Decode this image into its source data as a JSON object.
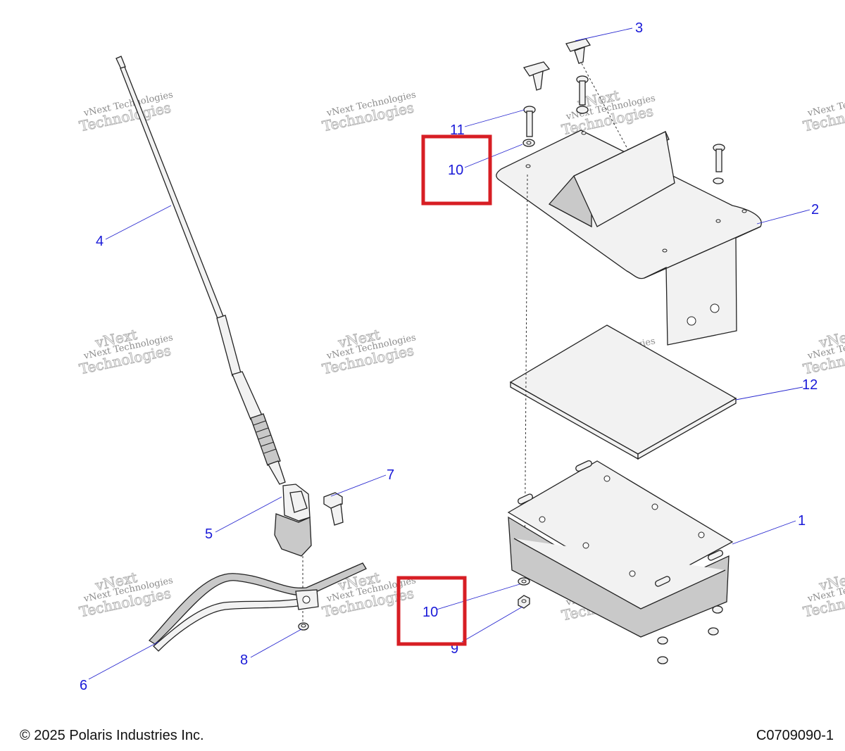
{
  "callouts": {
    "c1": "1",
    "c2": "2",
    "c3": "3",
    "c4": "4",
    "c5": "5",
    "c6": "6",
    "c7": "7",
    "c8": "8",
    "c9": "9",
    "c10_top": "10",
    "c10_bottom": "10",
    "c11": "11",
    "c12": "12"
  },
  "watermark": {
    "line1": "vNext Technologies",
    "line2": "Technologies",
    "overlay": "vNext"
  },
  "highlight_color": "#d71e24",
  "callout_color": "#1a1ad8",
  "footer": {
    "copyright": "© 2025 Polaris Industries Inc.",
    "drawing_id": "C0709090-1"
  }
}
